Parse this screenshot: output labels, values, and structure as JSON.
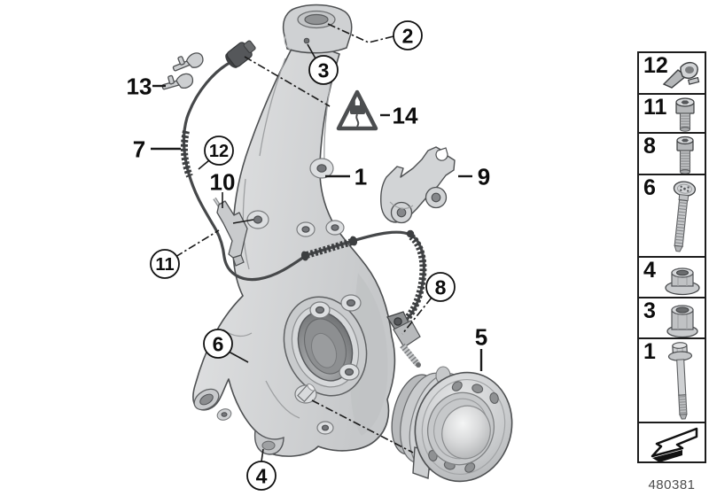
{
  "callouts": {
    "n1": "1",
    "n2": "2",
    "n3": "3",
    "n4": "4",
    "n5": "5",
    "n6": "6",
    "n7": "7",
    "n8": "8",
    "n9": "9",
    "n10": "10",
    "n11": "11",
    "n12": "12",
    "n13": "13",
    "n14": "14"
  },
  "sidebar": {
    "items": [
      {
        "label": "12",
        "icon": "cable-clip-icon"
      },
      {
        "label": "11",
        "icon": "socket-head-screw-icon"
      },
      {
        "label": "8",
        "icon": "socket-head-screw-icon"
      },
      {
        "label": "6",
        "icon": "torx-oval-screw-icon"
      },
      {
        "label": "4",
        "icon": "hex-flange-nut-icon"
      },
      {
        "label": "3",
        "icon": "hex-collar-nut-icon"
      },
      {
        "label": "1",
        "icon": "hex-flange-bolt-icon"
      },
      {
        "label": "",
        "icon": "page-turn-arrow-icon"
      }
    ],
    "footer_code": "480381"
  },
  "colors": {
    "outline": "#1a1a1a",
    "metal_light": "#d6d8da",
    "metal_mid": "#c2c4c6",
    "metal_dark": "#8a8c8e",
    "cable": "#46484a"
  }
}
